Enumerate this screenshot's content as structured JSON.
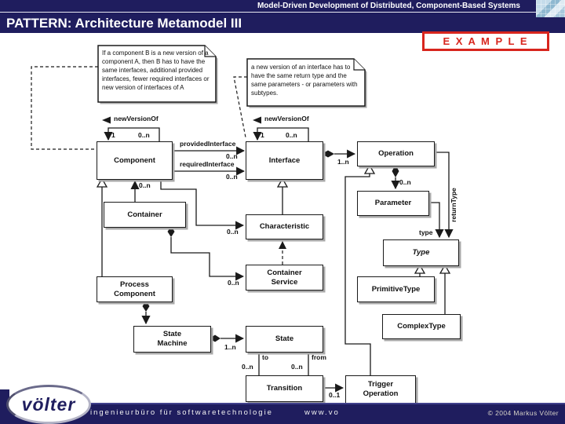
{
  "header": {
    "top_text": "Model-Driven Development of Distributed, Component-Based Systems",
    "title": "PATTERN: Architecture Metamodel III",
    "example_label": "E X A M P L E"
  },
  "colors": {
    "navy": "#1f1d5e",
    "red": "#d8251d",
    "line": "#1a1a1a"
  },
  "notes": {
    "component_version": "If a component B is a new version of a component A, then B has to have the same interfaces, additional provided interfaces, fewer required interfaces or new version of interfaces of A",
    "interface_version": "a new version of an interface has to have the same return type and the same parameters - or parameters with subtypes."
  },
  "classes": {
    "component": {
      "label": "Component"
    },
    "interface": {
      "label": "Interface"
    },
    "operation": {
      "label": "Operation"
    },
    "parameter": {
      "label": "Parameter"
    },
    "container": {
      "label": "Container"
    },
    "characteristic": {
      "label": "Characteristic"
    },
    "container_service": {
      "label": "Container Service"
    },
    "process_component": {
      "label": "Process Component"
    },
    "type": {
      "label": "Type"
    },
    "primitive_type": {
      "label": "PrimitiveType"
    },
    "complex_type": {
      "label": "ComplexType"
    },
    "state_machine": {
      "label": "State Machine"
    },
    "state": {
      "label": "State"
    },
    "transition": {
      "label": "Transition"
    },
    "trigger_operation": {
      "label": "Trigger Operation"
    }
  },
  "labels": {
    "new_version_of_component": "newVersionOf",
    "new_version_of_interface": "newVersionOf",
    "provided_interface": "providedInterface",
    "required_interface": "requiredInterface",
    "return_type": "returnType",
    "type_ref": "type",
    "to_label": "to",
    "from_label": "from"
  },
  "multiplicities": {
    "comp_loop_one": "1",
    "comp_loop_many": "0..n",
    "iface_loop_one": "1",
    "iface_loop_many": "0..n",
    "provided": "0..n",
    "required": "0..n",
    "iface_operation": "1..n",
    "operation_parameter": "0..n",
    "container_component": "0..n",
    "component_characteristic": "0..n",
    "container_service": "0..n",
    "statemachine_state": "1..n",
    "to_state": "0..n",
    "from_state": "0..n",
    "transition_trigger": "0..1"
  },
  "footer": {
    "logo_text": "völter",
    "tagline": "ingenieurbüro für softwaretechnologie",
    "url": "www.vo",
    "copyright": "© 2004  Markus Völter"
  }
}
